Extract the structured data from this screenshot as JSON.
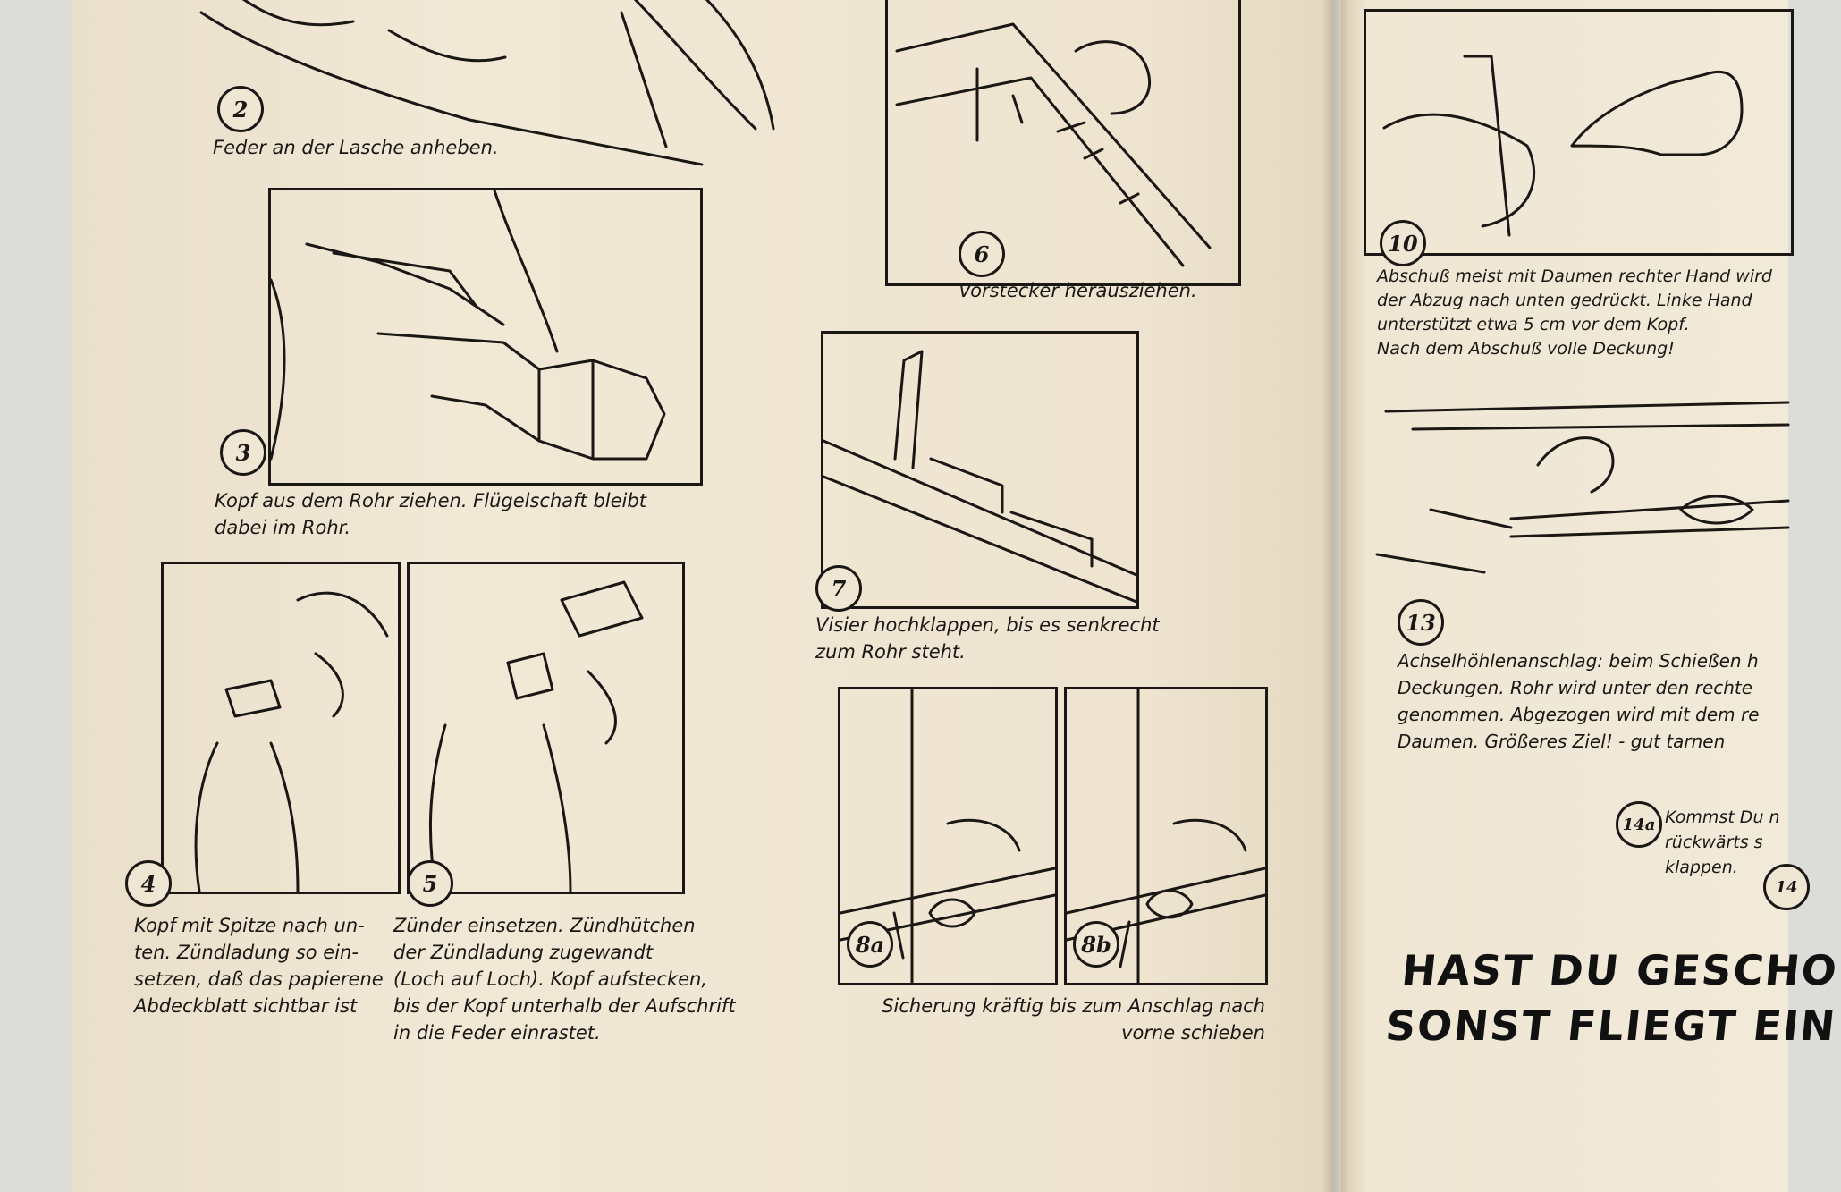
{
  "panels": {
    "p2": {
      "number": "2",
      "caption": "Feder an der Lasche anheben."
    },
    "p3": {
      "number": "3",
      "caption": "Kopf aus dem Rohr ziehen. Flügelschaft bleibt\ndabei im Rohr."
    },
    "p4": {
      "number": "4",
      "caption": "Kopf mit Spitze nach un-\nten. Zündladung so ein-\nsetzen, daß das papierene\nAbdeckblatt sichtbar ist"
    },
    "p5": {
      "number": "5",
      "caption": "Zünder einsetzen. Zündhütchen\nder Zündladung zugewandt\n(Loch auf Loch). Kopf aufstecken,\nbis der Kopf unterhalb der Aufschrift\nin die Feder einrastet."
    },
    "p6": {
      "number": "6",
      "caption": "Vorstecker herausziehen."
    },
    "p7": {
      "number": "7",
      "caption": "Visier hochklappen, bis es senkrecht\nzum Rohr steht."
    },
    "p8a": {
      "number": "8a"
    },
    "p8b": {
      "number": "8b"
    },
    "p8_caption": "Sicherung kräftig bis zum Anschlag nach\nvorne schieben",
    "p10": {
      "number": "10",
      "caption": "Abschuß meist mit Daumen rechter Hand wird\nder Abzug nach unten gedrückt. Linke Hand\nunterstützt etwa 5 cm vor dem Kopf.\nNach dem Abschuß volle Deckung!"
    },
    "p13": {
      "number": "13",
      "caption": "Achselhöhlenanschlag: beim Schießen h\nDeckungen. Rohr wird unter den rechte\ngenommen. Abgezogen wird mit dem re\nDaumen. Größeres Ziel! - gut tarnen"
    },
    "p14a": {
      "number": "14a",
      "caption": "Kommst Du n\nrückwärts s\nklappen."
    },
    "p14b": {
      "number": "14"
    }
  },
  "slogan": {
    "line1": "HAST DU GESCHO",
    "line2": "SONST FLIEGT EIN"
  },
  "colors": {
    "paper": "#efe6d3",
    "ink": "#1a1714",
    "background": "#dcdcd8"
  }
}
